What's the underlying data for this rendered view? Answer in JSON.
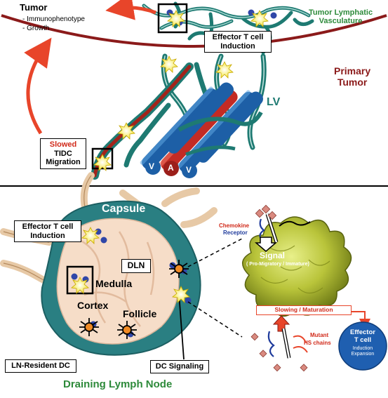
{
  "tumor": {
    "title": "Tumor",
    "bullet_1": "- Immunophenotype",
    "bullet_2": "- Growth"
  },
  "tumor_lymphatic_vasculature": {
    "line_1": "Tumor Lymphatic",
    "line_2": "Vasculature"
  },
  "primary_tumor": {
    "line_1": "Primary",
    "line_2": "Tumor"
  },
  "effector_t_cell_induction_top": {
    "line_1": "Effector T cell",
    "line_2": "Induction"
  },
  "lv_label": "LV",
  "vessel_labels": {
    "v_left": "V",
    "a": "A",
    "v_right": "V"
  },
  "slowed_tidc": {
    "slowed": "Slowed",
    "line_2": "TIDC",
    "line_3": "Migration"
  },
  "capsule_label": "Capsule",
  "effector_t_cell_induction_ln": {
    "line_1": "Effector T cell",
    "line_2": "Induction"
  },
  "dln_label": "DLN",
  "medulla_label": "Medulla",
  "cortex_label": "Cortex",
  "follicle_label": "Follicle",
  "ln_resident_dc": "LN-Resident DC",
  "dc_signaling": "DC Signaling",
  "draining_lymph_node": "Draining Lymph Node",
  "inset": {
    "chemokine": "Chemokine",
    "receptor": "Receptor",
    "signal": "Signal",
    "signal_sub": "( Pro-Migratory / Immature)",
    "slowing": "Slowing / Maturation",
    "mutant_1": "Mutant",
    "mutant_2": "HS chains"
  },
  "effector_circle": {
    "line_1": "Effector",
    "line_2": "T cell",
    "line_3": "Induction",
    "line_4": "Expansion"
  },
  "colors": {
    "dark_red": "#8b1a1a",
    "lymphatic_teal": "#1e7a72",
    "lymph_green": "#2d8a3a",
    "capsule_teal": "#2a7f82",
    "red_arrow": "#e8452a",
    "dc_blue": "#1f4e9c"
  }
}
